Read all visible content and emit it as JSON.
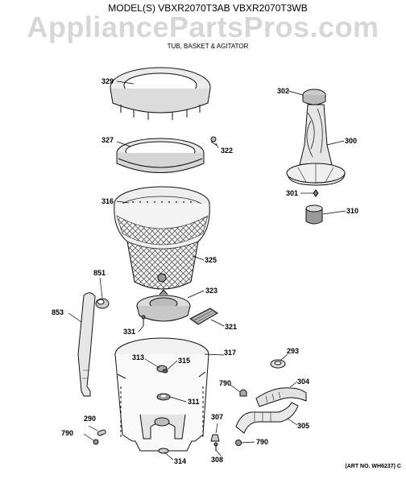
{
  "watermark": "AppliancePartsPros.com",
  "header": {
    "model_line": "MODEL(S) VBXR2070T3AB  VBXR2070T3WB",
    "subtitle": "TUB, BASKET & AGITATOR"
  },
  "art_number": "(ART NO. WH6237) C",
  "callouts": [
    {
      "id": "329",
      "label": "329"
    },
    {
      "id": "327",
      "label": "327"
    },
    {
      "id": "322",
      "label": "322"
    },
    {
      "id": "316",
      "label": "316"
    },
    {
      "id": "325",
      "label": "325"
    },
    {
      "id": "851",
      "label": "851"
    },
    {
      "id": "853",
      "label": "853"
    },
    {
      "id": "323",
      "label": "323"
    },
    {
      "id": "331",
      "label": "331"
    },
    {
      "id": "321",
      "label": "321"
    },
    {
      "id": "313",
      "label": "313"
    },
    {
      "id": "315",
      "label": "315"
    },
    {
      "id": "317",
      "label": "317"
    },
    {
      "id": "311",
      "label": "311"
    },
    {
      "id": "290",
      "label": "290"
    },
    {
      "id": "790a",
      "label": "790"
    },
    {
      "id": "314",
      "label": "314"
    },
    {
      "id": "307",
      "label": "307"
    },
    {
      "id": "308",
      "label": "308"
    },
    {
      "id": "790b",
      "label": "790"
    },
    {
      "id": "790c",
      "label": "790"
    },
    {
      "id": "293",
      "label": "293"
    },
    {
      "id": "304",
      "label": "304"
    },
    {
      "id": "305",
      "label": "305"
    },
    {
      "id": "302",
      "label": "302"
    },
    {
      "id": "300",
      "label": "300"
    },
    {
      "id": "301",
      "label": "301"
    },
    {
      "id": "310",
      "label": "310"
    }
  ]
}
